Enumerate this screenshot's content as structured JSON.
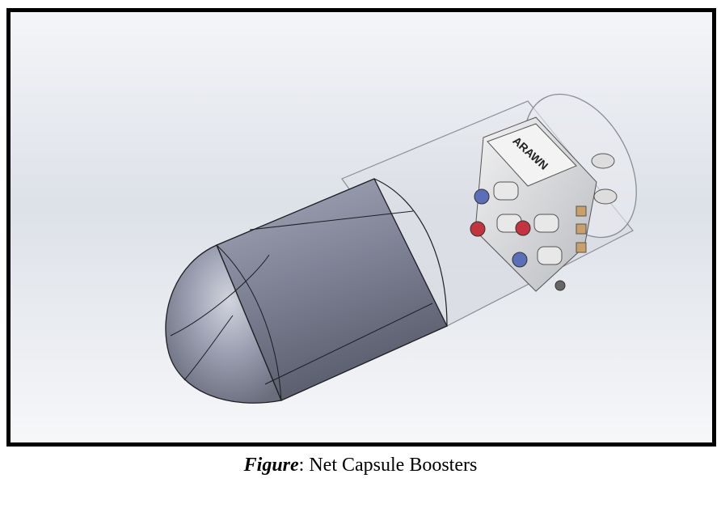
{
  "figure": {
    "logo_text": "ARAWN",
    "caption_lead": "Figure",
    "caption_sep": ":",
    "caption_text": " Net Capsule Boosters"
  }
}
